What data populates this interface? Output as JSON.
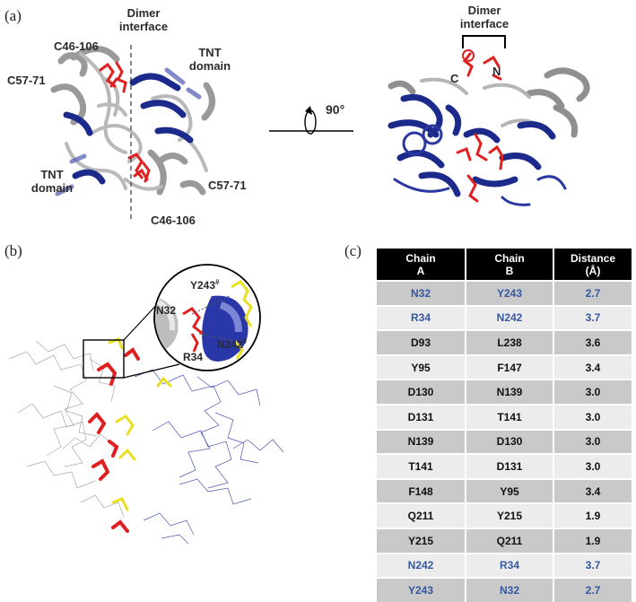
{
  "panels": {
    "a": "(a)",
    "b": "(b)",
    "c": "(c)"
  },
  "panel_a": {
    "left": {
      "dimer_interface": "Dimer\ninterface",
      "c46_top": "C46-106",
      "c57_left": "C57-71",
      "tnt_right": "TNT\ndomain",
      "tnt_left": "TNT\ndomain",
      "c57_right": "C57-71",
      "c46_bottom": "C46-106"
    },
    "rotation": "90°",
    "right": {
      "dimer_interface": "Dimer\ninterface",
      "c_label": "C",
      "n_label": "N"
    }
  },
  "panel_b": {
    "inset_labels": {
      "y243": "Y243",
      "y243_sup": "#",
      "n32": "N32",
      "n242": "N242",
      "n242_sup": "#",
      "r34": "R34"
    }
  },
  "table": {
    "headers": [
      "Chain\nA",
      "Chain\nB",
      "Distance\n(Å)"
    ],
    "rows": [
      {
        "a": "N32",
        "b": "Y243",
        "d": "2.7",
        "color": "blue",
        "shade": "dark"
      },
      {
        "a": "R34",
        "b": "N242",
        "d": "3.7",
        "color": "blue",
        "shade": "light"
      },
      {
        "a": "D93",
        "b": "L238",
        "d": "3.6",
        "color": "black",
        "shade": "dark"
      },
      {
        "a": "Y95",
        "b": "F147",
        "d": "3.4",
        "color": "black",
        "shade": "light"
      },
      {
        "a": "D130",
        "b": "N139",
        "d": "3.0",
        "color": "black",
        "shade": "dark"
      },
      {
        "a": "D131",
        "b": "T141",
        "d": "3.0",
        "color": "black",
        "shade": "light"
      },
      {
        "a": "N139",
        "b": "D130",
        "d": "3.0",
        "color": "black",
        "shade": "dark"
      },
      {
        "a": "T141",
        "b": "D131",
        "d": "3.0",
        "color": "black",
        "shade": "light"
      },
      {
        "a": "F148",
        "b": "Y95",
        "d": "3.4",
        "color": "black",
        "shade": "dark"
      },
      {
        "a": "Q211",
        "b": "Y215",
        "d": "1.9",
        "color": "black",
        "shade": "light"
      },
      {
        "a": "Y215",
        "b": "Q211",
        "d": "1.9",
        "color": "black",
        "shade": "dark"
      },
      {
        "a": "N242",
        "b": "R34",
        "d": "3.7",
        "color": "blue",
        "shade": "light"
      },
      {
        "a": "Y243",
        "b": "N32",
        "d": "2.7",
        "color": "blue",
        "shade": "dark"
      }
    ]
  },
  "colors": {
    "protein_blue": "#1c2a8c",
    "protein_grey": "#9a9a9a",
    "residue_red": "#e02020",
    "residue_yellow": "#e8e020",
    "header_black": "#000000",
    "row_dark": "#c9c9c9",
    "row_light": "#ececec",
    "highlight_blue_text": "#3558a0"
  }
}
